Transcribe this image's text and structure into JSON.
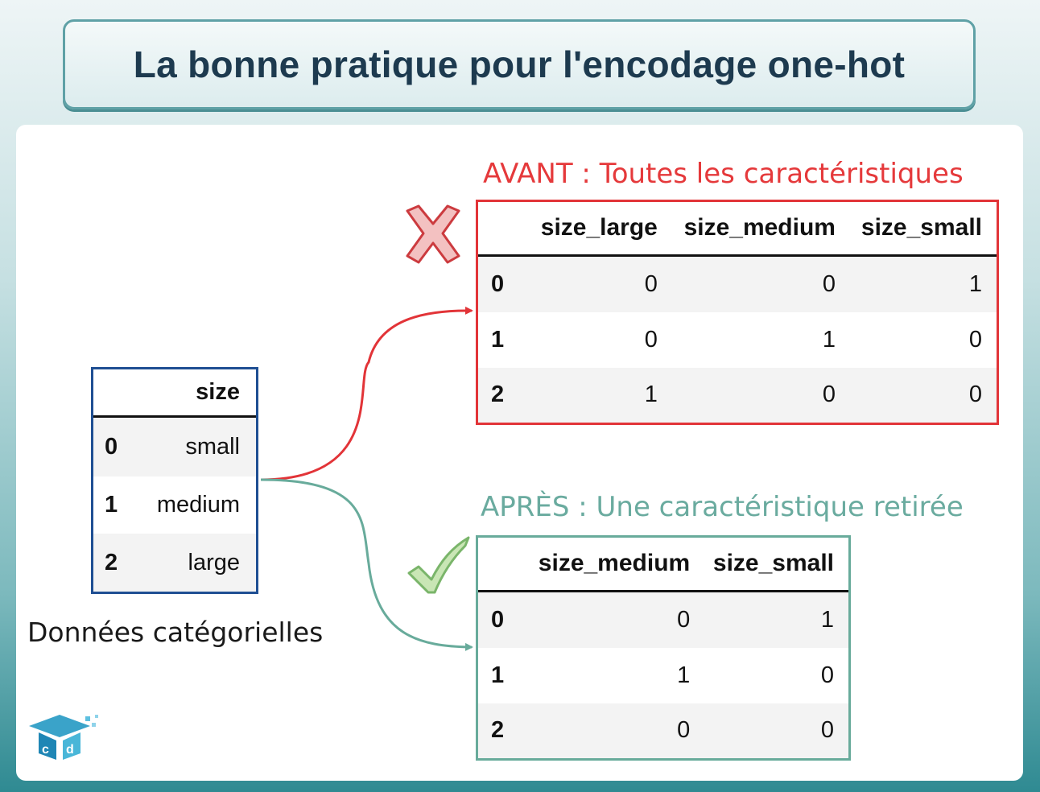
{
  "title": "La bonne pratique pour l'encodage one-hot",
  "source": {
    "caption": "Données catégorielles",
    "header": "size",
    "rows": [
      {
        "index": "0",
        "value": "small"
      },
      {
        "index": "1",
        "value": "medium"
      },
      {
        "index": "2",
        "value": "large"
      }
    ]
  },
  "before": {
    "heading": "AVANT : Toutes les caractéristiques",
    "columns": [
      "size_large",
      "size_medium",
      "size_small"
    ],
    "rows": [
      {
        "index": "0",
        "values": [
          "0",
          "0",
          "1"
        ]
      },
      {
        "index": "1",
        "values": [
          "0",
          "1",
          "0"
        ]
      },
      {
        "index": "2",
        "values": [
          "1",
          "0",
          "0"
        ]
      }
    ],
    "mark_icon": "cross-icon",
    "color": "#e23438"
  },
  "after": {
    "heading": "APRÈS : Une caractéristique retirée",
    "columns": [
      "size_medium",
      "size_small"
    ],
    "rows": [
      {
        "index": "0",
        "values": [
          "0",
          "1"
        ]
      },
      {
        "index": "1",
        "values": [
          "1",
          "0"
        ]
      },
      {
        "index": "2",
        "values": [
          "0",
          "0"
        ]
      }
    ],
    "mark_icon": "checkmark-icon",
    "color": "#68ab9b"
  },
  "source_color": "#1f4f93",
  "logo_icon": "graduation-cap-logo-icon"
}
